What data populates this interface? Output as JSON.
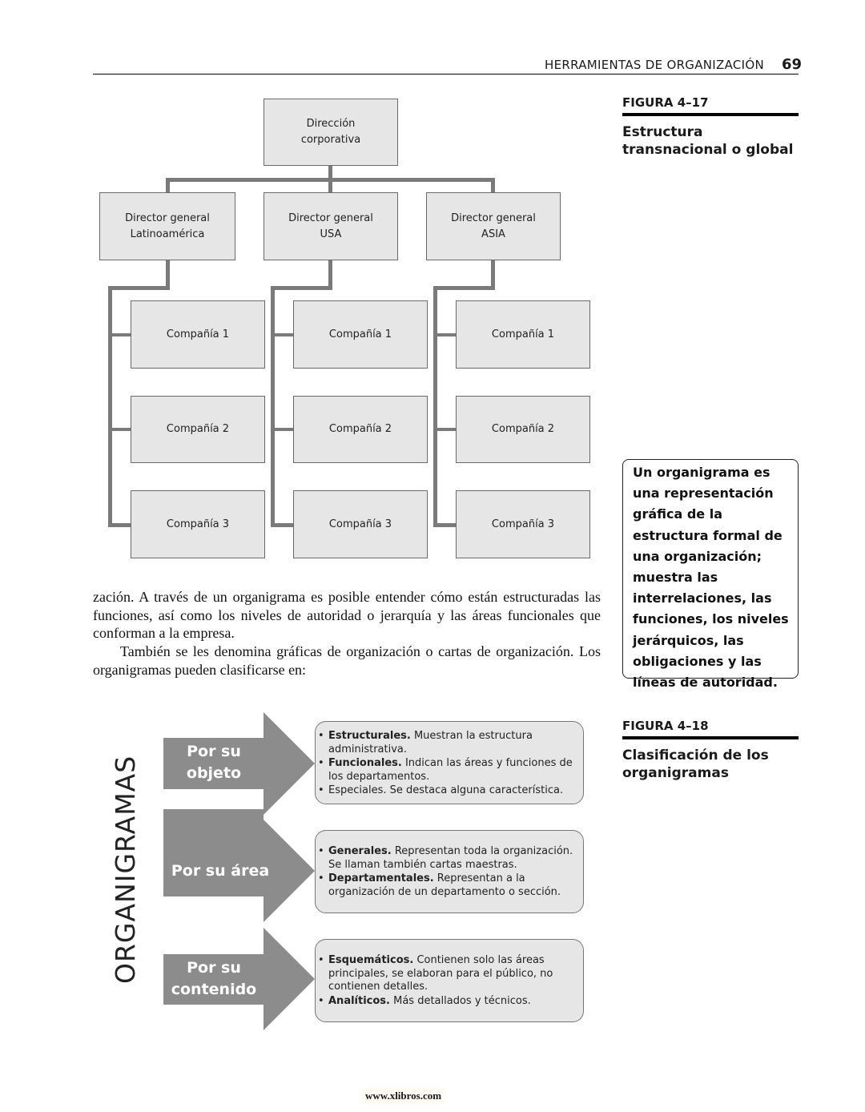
{
  "header": {
    "title": "HERRAMIENTAS DE ORGANIZACIÓN",
    "page": "69"
  },
  "figure17": {
    "label": "FIGURA 4–17",
    "caption": "Estructura transnacional o global",
    "top": "Dirección\ncorporativa",
    "directors": [
      "Director general\nLatinoamérica",
      "Director general\nUSA",
      "Director general\nASIA"
    ],
    "companies": [
      "Compañía 1",
      "Compañía 2",
      "Compañía 3"
    ]
  },
  "body": {
    "p1": "zación. A través de un organigrama es posible entender cómo están estructuradas las funciones, así como los niveles de autoridad o jerarquía y las áreas funcionales que conforman a la empresa.",
    "p2": "También se les denomina gráficas de organización o cartas de organización. Los organigramas pueden clasificarse en:"
  },
  "note": "Un organigrama es una representación gráfica de la estructura formal de una organización; muestra las interrelaciones, las funciones, los niveles jerárquicos, las obligaciones y las líneas de autoridad.",
  "figure18": {
    "label": "FIGURA 4–18",
    "caption": "Clasificación de los organigramas",
    "vertical": "ORGANIGRAMAS",
    "groups": [
      {
        "label": "Por su\nobjeto",
        "items": [
          {
            "term": "Estructurales.",
            "text": " Muestran la estructura administrativa."
          },
          {
            "term": "Funcionales.",
            "text": " Indican las áreas y funciones de los departamentos."
          },
          {
            "term": "",
            "text": "Especiales. Se destaca alguna característica."
          }
        ]
      },
      {
        "label": "Por su área",
        "items": [
          {
            "term": "Generales.",
            "text": " Representan toda la organización. Se llaman también cartas maestras."
          },
          {
            "term": "Departamentales.",
            "text": " Representan a la organización de un departamento o sección."
          }
        ]
      },
      {
        "label": "Por su\ncontenido",
        "items": [
          {
            "term": "Esquemáticos.",
            "text": " Contienen solo las áreas principales, se elaboran para el público, no contienen detalles."
          },
          {
            "term": "Analíticos.",
            "text": " Más detallados y técnicos."
          }
        ]
      }
    ]
  },
  "footer": "www.xlibros.com",
  "colors": {
    "box": "#e6e6e6",
    "connector": "#7a7a7a",
    "arrow": "#8c8c8c"
  }
}
